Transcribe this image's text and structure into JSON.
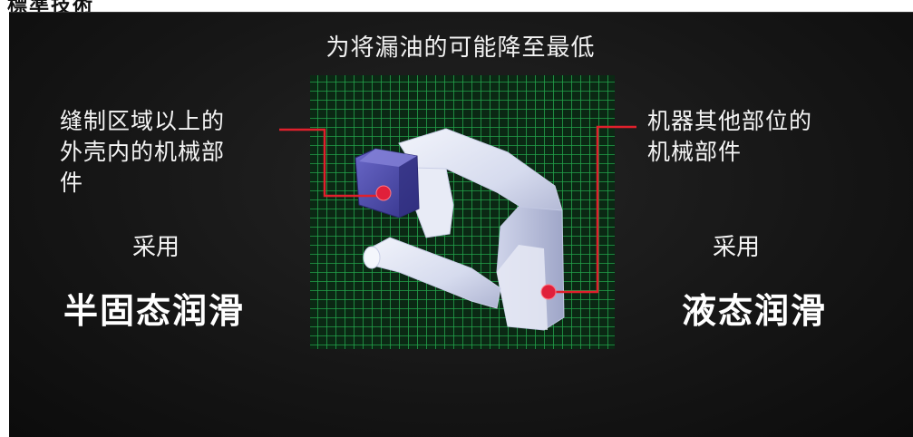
{
  "header_fragment": "標準技術",
  "title": "为将漏油的可能降至最低",
  "left_callout": {
    "label": "缝制区域以上的\n外壳内的机械部\n件",
    "adopt": "采用",
    "method": "半固态润滑"
  },
  "right_callout": {
    "label": "机器其他部位的\n机械部件",
    "adopt": "采用",
    "method": "液态润滑"
  },
  "colors": {
    "background": "#161616",
    "grid": "#1fa046",
    "grid_bg": "#0a2a14",
    "leader_line": "#e0202c",
    "marker": "#e0203a",
    "machine_body": "#dfe3f2",
    "machine_shade": "#b8bfdc",
    "upper_housing": "#4b4aa8"
  }
}
